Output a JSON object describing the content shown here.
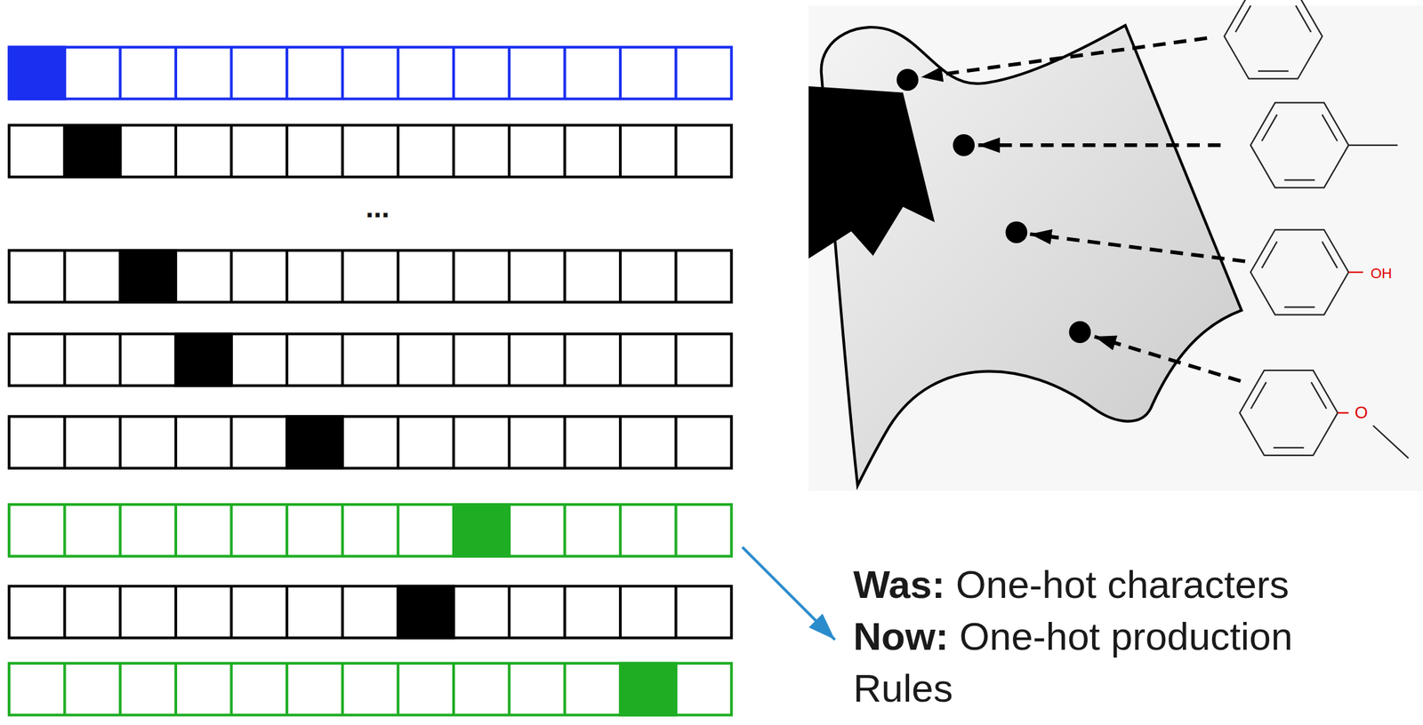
{
  "diagram": {
    "labels": [
      "...",
      "OH",
      "O",
      "Was:",
      "One-hot characters",
      "Now:",
      "One-hot production Rules"
    ]
  }
}
